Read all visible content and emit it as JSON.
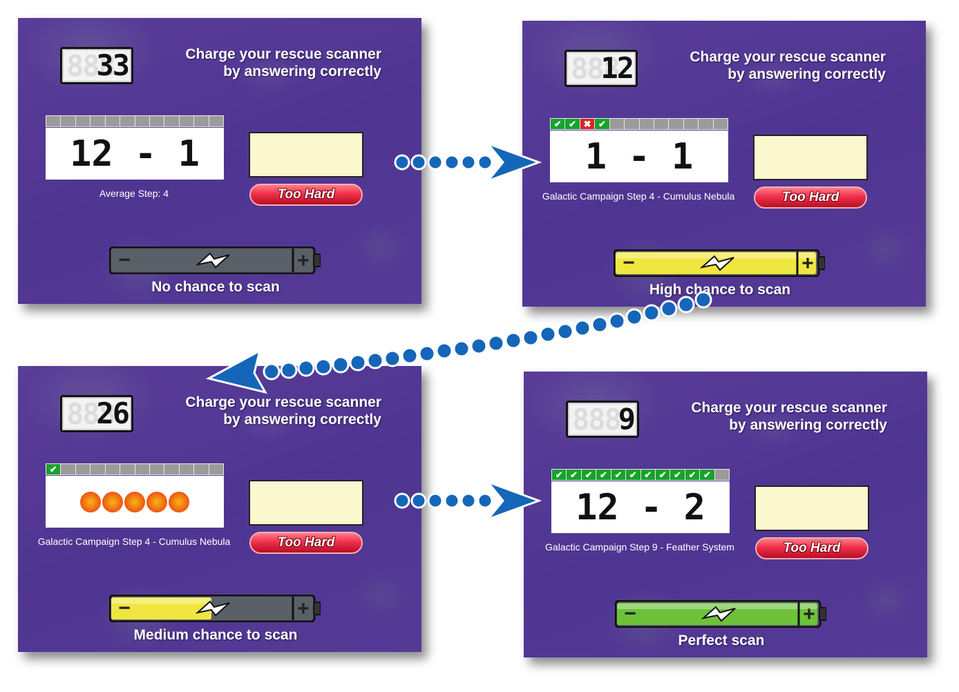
{
  "headline": [
    "Charge your rescue scanner",
    "by answering correctly"
  ],
  "too_hard_label": "Too Hard",
  "colors": {
    "background": "#533996",
    "answer_box": "#fbf7cf",
    "correct": "#17a22d",
    "wrong": "#d8242b",
    "battery_empty": "#5a6068",
    "battery_yellow": "#f0e640",
    "battery_green": "#6dc23a",
    "arrow": "#1566b8"
  },
  "panels": [
    {
      "id": "panel-1",
      "counter": "33",
      "counter_ghost": "888",
      "progress": [
        "empty",
        "empty",
        "empty",
        "empty",
        "empty",
        "empty",
        "empty",
        "empty",
        "empty",
        "empty",
        "empty",
        "empty"
      ],
      "question": "12 - 1",
      "question_type": "text",
      "caption": "Average Step: 4",
      "battery_level": 0,
      "battery_color": "empty",
      "status": "No chance to scan"
    },
    {
      "id": "panel-2",
      "counter": "12",
      "counter_ghost": "888",
      "progress": [
        "ok",
        "ok",
        "bad",
        "ok",
        "empty",
        "empty",
        "empty",
        "empty",
        "empty",
        "empty",
        "empty",
        "empty"
      ],
      "question": "1 - 1",
      "question_type": "text",
      "caption": "Galactic Campaign Step 4 - Cumulus Nebula",
      "battery_level": 1,
      "battery_color": "yellow",
      "status": "High chance to scan"
    },
    {
      "id": "panel-3",
      "counter": "26",
      "counter_ghost": "888",
      "progress": [
        "ok",
        "empty",
        "empty",
        "empty",
        "empty",
        "empty",
        "empty",
        "empty",
        "empty",
        "empty",
        "empty",
        "empty"
      ],
      "question": "",
      "question_type": "dots",
      "dot_count": 5,
      "caption": "Galactic Campaign Step 4 - Cumulus Nebula",
      "battery_level": 0.5,
      "battery_color": "yellow",
      "status": "Medium chance to scan"
    },
    {
      "id": "panel-4",
      "counter": "9",
      "counter_ghost": "888",
      "progress": [
        "ok",
        "ok",
        "ok",
        "ok",
        "ok",
        "ok",
        "ok",
        "ok",
        "ok",
        "ok",
        "ok",
        "empty"
      ],
      "question": "12 - 2",
      "question_type": "text",
      "caption": "Galactic Campaign Step 9 - Feather System",
      "battery_level": 1,
      "battery_color": "green",
      "status": "Perfect scan"
    }
  ]
}
